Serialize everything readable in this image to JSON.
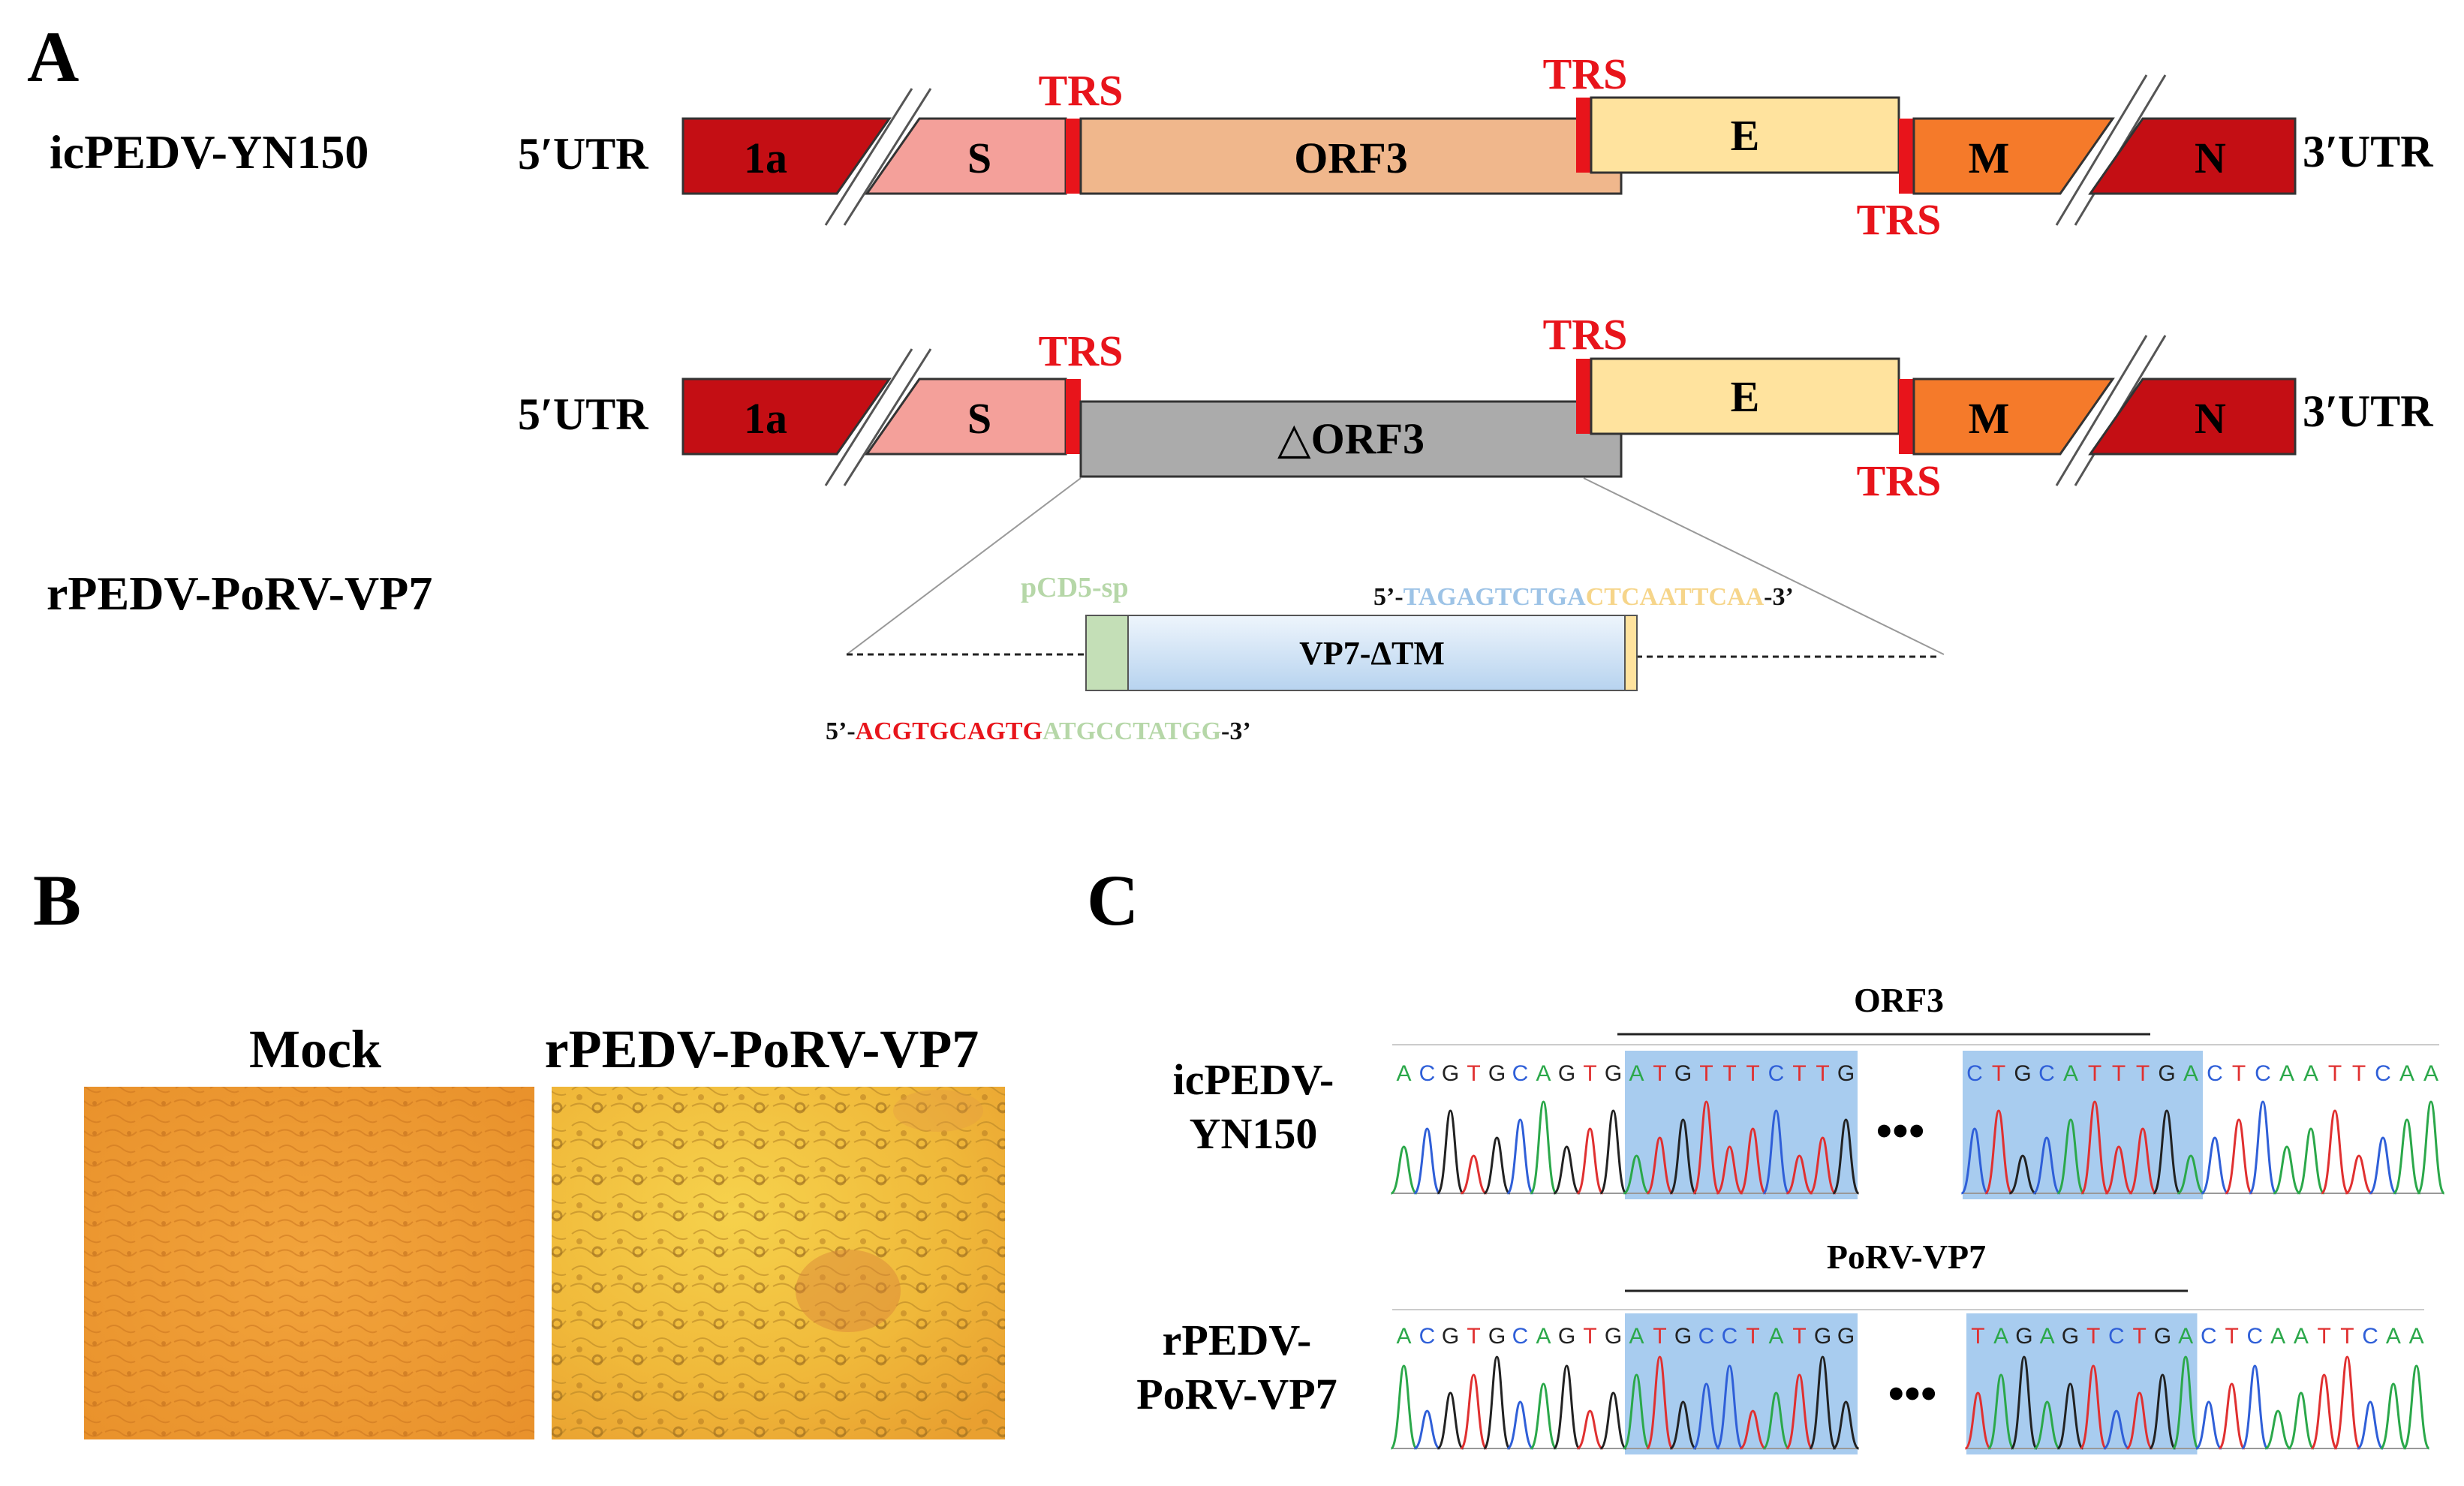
{
  "panels": {
    "a": "A",
    "b": "B",
    "c": "C"
  },
  "panel_a": {
    "row1_name": "icPEDV-YN150",
    "row3_name": "rPEDV-PoRV-VP7",
    "utr5": "5′UTR",
    "utr3": "3′UTR",
    "genes": {
      "g1a": "1a",
      "s": "S",
      "orf3": "ORF3",
      "delta_orf3": "△ORF3",
      "e": "E",
      "m": "M",
      "n": "N"
    },
    "trs": "TRS",
    "signal_peptide": "pCD5-sp",
    "insert": "VP7-ΔTM",
    "primer_top": {
      "prefix": "5’-",
      "part1": "TAGAGTCTGA",
      "part2": "CTCAATTCAA",
      "suffix": "-3’"
    },
    "primer_bottom": {
      "prefix": "5’-",
      "part1": "ACGTGCAGTG",
      "part2": "ATGCCTATGG",
      "suffix": "-3’"
    },
    "colors": {
      "dark_red": "#c40e14",
      "pink": "#f4a09a",
      "salmon": "#f0b78c",
      "grey": "#ababab",
      "light_yellow": "#ffe39e",
      "orange": "#f57a2a",
      "trs_red": "#e8141b",
      "light_blue": "#c6dcf2",
      "light_green": "#c4dfb7",
      "primer_blue": "#9dc3e6",
      "primer_yellow": "#f6d58a",
      "primer_green": "#b6d7a8"
    }
  },
  "panel_b": {
    "left_title": "Mock",
    "right_title": "rPEDV-PoRV-VP7"
  },
  "panel_c": {
    "row1": {
      "label_line1": "icPEDV-",
      "label_line2": "YN150",
      "title": "ORF3",
      "seq_left": "ACGTGCAGTGATGTTTCTTG",
      "seq_right": "CTGCATTTGACTCAATTCAA",
      "ellipsis": "•••"
    },
    "row2": {
      "label_line1": "rPEDV-",
      "label_line2": "PoRV-VP7",
      "title": "PoRV-VP7",
      "seq_left": "ACGTGCAGTGATGCCTATGG",
      "seq_right": "TAGAGTCTGACTCAATTCAA",
      "ellipsis": "•••"
    },
    "base_colors": {
      "A": "#2ba84a",
      "C": "#2f5fd8",
      "G": "#222222",
      "T": "#e03030"
    },
    "highlight": "#a8ccef"
  }
}
